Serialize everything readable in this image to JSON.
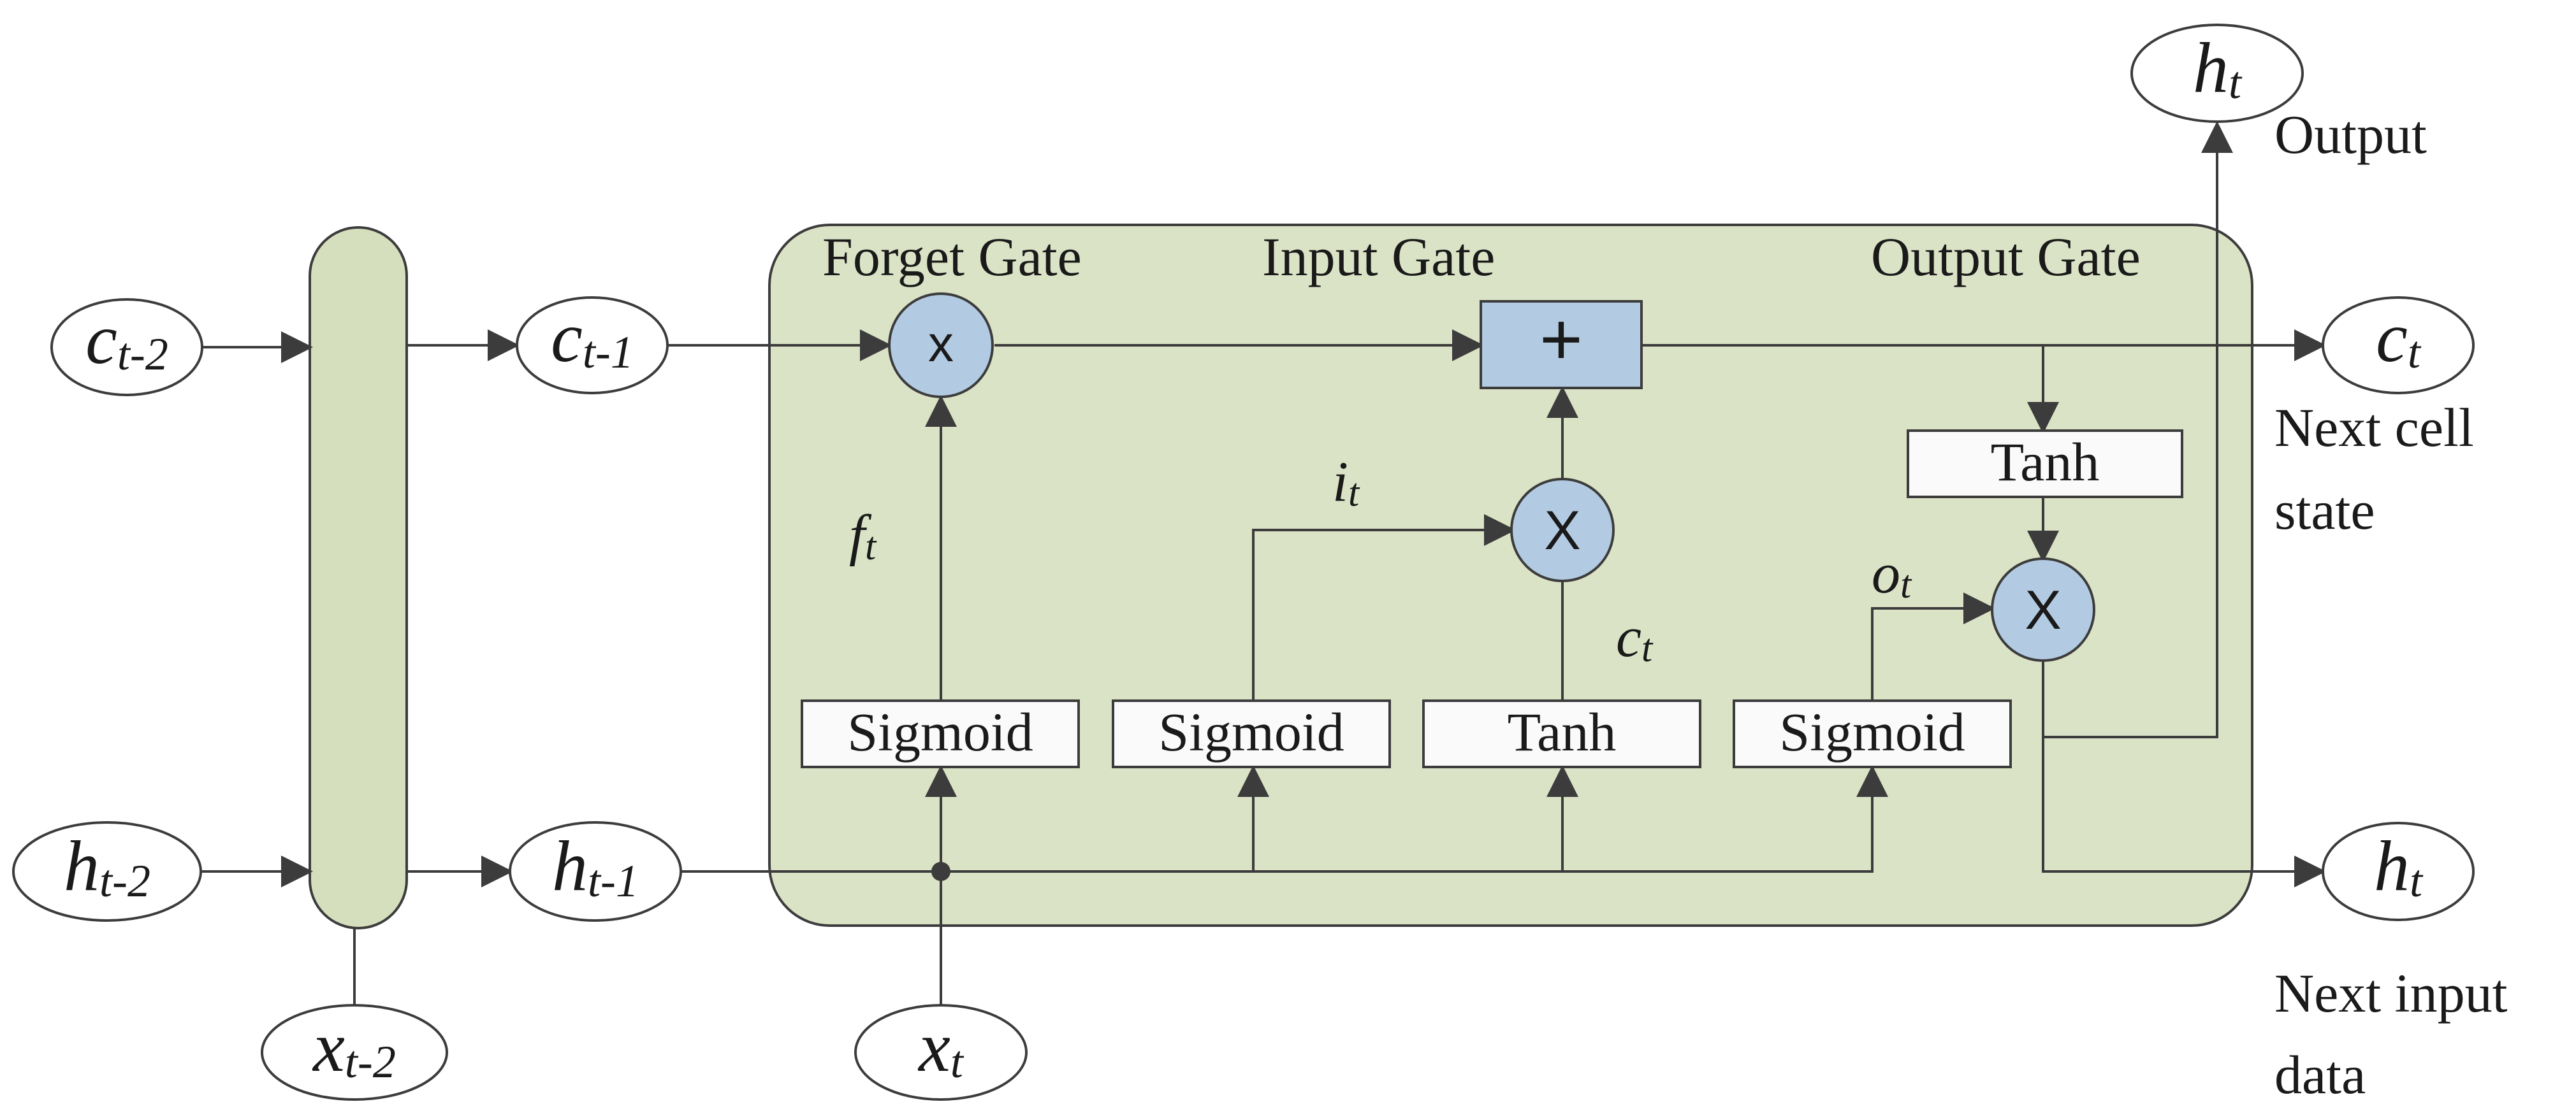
{
  "gates": {
    "forget": "Forget Gate",
    "input": "Input Gate",
    "output": "Output Gate"
  },
  "ops": {
    "forget_mult": "x",
    "add": "+",
    "input_mult": "X",
    "output_mult": "X"
  },
  "blocks": {
    "sigmoid_forget": "Sigmoid",
    "sigmoid_input": "Sigmoid",
    "tanh_candidate": "Tanh",
    "sigmoid_output": "Sigmoid",
    "tanh_output": "Tanh"
  },
  "signals": {
    "ft": {
      "base": "f",
      "sub": "t"
    },
    "it": {
      "base": "i",
      "sub": "t"
    },
    "ct_candidate": {
      "base": "c",
      "sub": "t"
    },
    "ot": {
      "base": "o",
      "sub": "t"
    }
  },
  "nodes": {
    "c_t2": {
      "base": "c",
      "sub": "t-2"
    },
    "h_t2": {
      "base": "h",
      "sub": "t-2"
    },
    "x_t2": {
      "base": "x",
      "sub": "t-2"
    },
    "c_t1": {
      "base": "c",
      "sub": "t-1"
    },
    "h_t1": {
      "base": "h",
      "sub": "t-1"
    },
    "x_t": {
      "base": "x",
      "sub": "t"
    },
    "c_t": {
      "base": "c",
      "sub": "t"
    },
    "h_t_next": {
      "base": "h",
      "sub": "t"
    },
    "h_t_out": {
      "base": "h",
      "sub": "t"
    }
  },
  "annotations": {
    "output": "Output",
    "next_cell_line1": "Next cell",
    "next_cell_line2": "state",
    "next_input_line1": "Next input",
    "next_input_line2": "data"
  },
  "colors": {
    "cell_fill": "#dbe3c6",
    "previous_cell_fill": "#d6dfbd",
    "node_fill": "#b3cbe2",
    "add_fill": "#b3cbe2"
  }
}
